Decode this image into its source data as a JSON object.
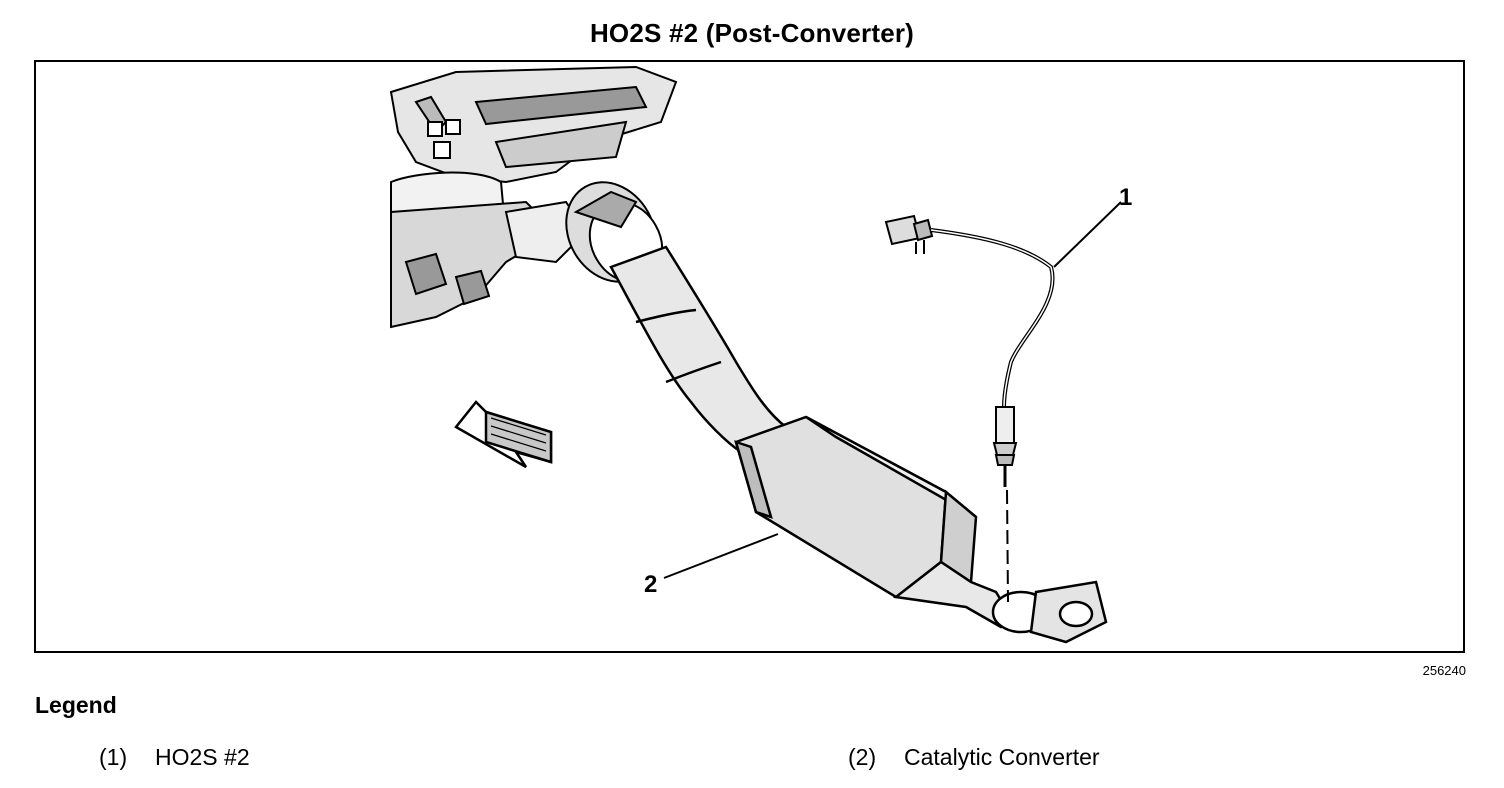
{
  "title": "HO2S #2 (Post-Converter)",
  "figure_number": "256240",
  "callouts": [
    "1",
    "2"
  ],
  "legend": {
    "heading": "Legend",
    "items": [
      {
        "number": "(1)",
        "label": "HO2S #2"
      },
      {
        "number": "(2)",
        "label": "Catalytic Converter"
      }
    ]
  },
  "colors": {
    "ink": "#000000",
    "paper": "#ffffff",
    "shade": "#d8d8d8"
  },
  "icons": [
    "forward-direction-arrow-icon"
  ]
}
